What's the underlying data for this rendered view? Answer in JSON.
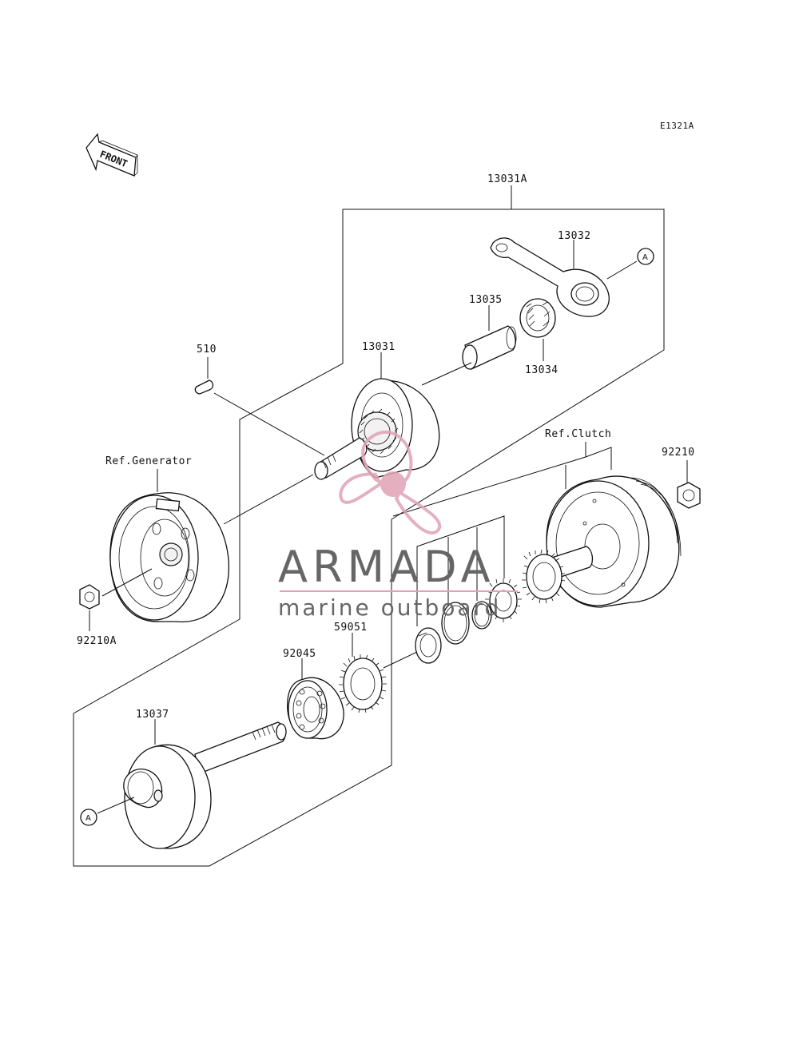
{
  "diagram_code": "E1321A",
  "front_label": "FRONT",
  "labels": {
    "assembly": "13031A",
    "conrod": "13032",
    "marker_a_top": "A",
    "pin": "13035",
    "bearing_needle": "13034",
    "key": "510",
    "flywheel_left": "13031",
    "ref_generator": "Ref.Generator",
    "ref_clutch": "Ref.Clutch",
    "nut_right": "92210",
    "nut_left": "92210A",
    "gear": "59051",
    "ball_bearing": "92045",
    "flywheel_right": "13037",
    "marker_a_bottom": "A"
  },
  "watermark": {
    "name": "ARMADA",
    "tagline": "marine outboard",
    "accent_color": "#e0a3b5",
    "text_color": "#666666"
  }
}
